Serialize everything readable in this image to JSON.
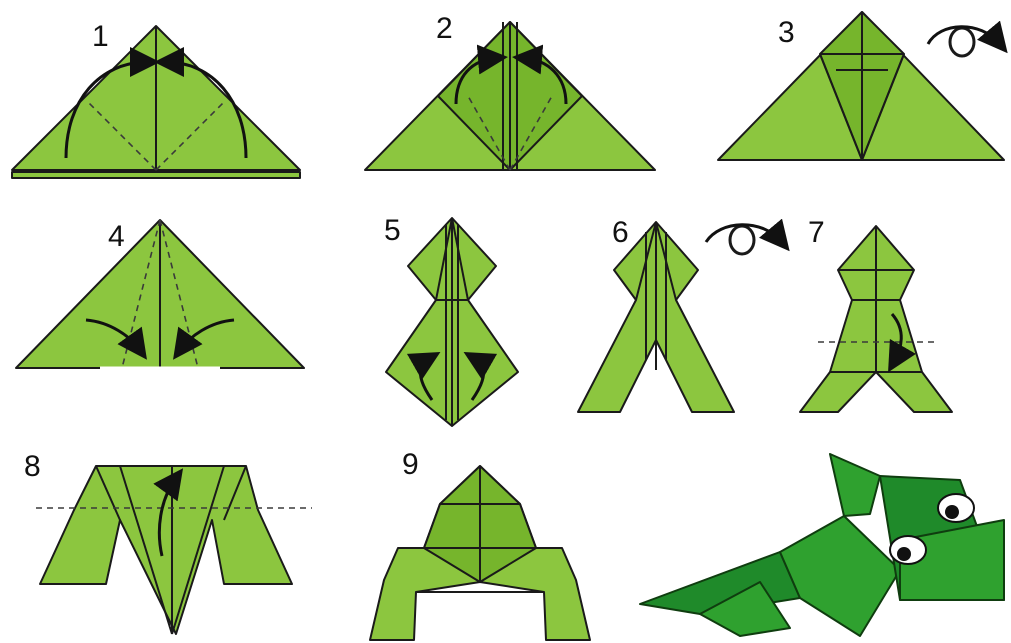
{
  "steps": [
    {
      "label": "1"
    },
    {
      "label": "2"
    },
    {
      "label": "3"
    },
    {
      "label": "4"
    },
    {
      "label": "5"
    },
    {
      "label": "6"
    },
    {
      "label": "7"
    },
    {
      "label": "8"
    },
    {
      "label": "9"
    }
  ],
  "colors": {
    "paper": "#8cc63f",
    "paper_shade": "#76b52c",
    "frog": "#2fa12f",
    "frog_shade": "#1f8a2a",
    "outline": "#1a1a1a"
  },
  "icons": [
    "fold-arrow-icon",
    "flip-over-icon",
    "frog-eye-icon"
  ]
}
